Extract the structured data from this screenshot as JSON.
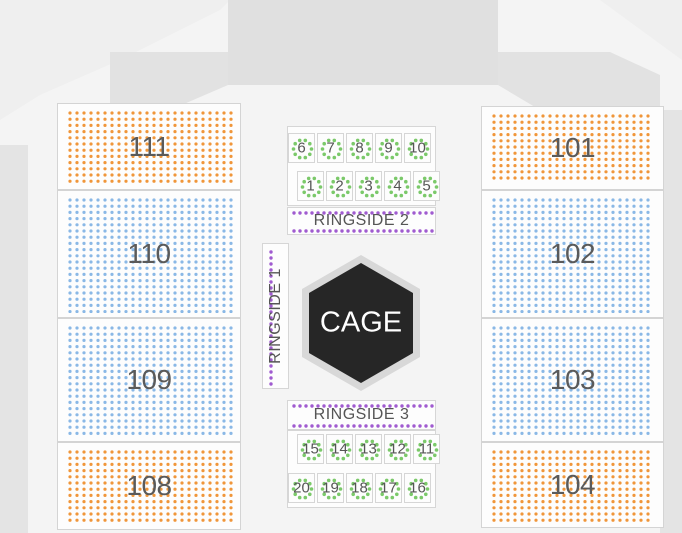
{
  "venue": {
    "stage_label": "CAGE",
    "colors": {
      "orange": "#f0963a",
      "blue": "#8ab8e6",
      "purple": "#a05bd0",
      "green": "#7bc96a",
      "cage": "#262626",
      "cage_ring": "#d8d8d8"
    },
    "sections": [
      {
        "id": "101",
        "label": "101",
        "tier": "orange"
      },
      {
        "id": "102",
        "label": "102",
        "tier": "blue"
      },
      {
        "id": "103",
        "label": "103",
        "tier": "blue"
      },
      {
        "id": "104",
        "label": "104",
        "tier": "orange"
      },
      {
        "id": "108",
        "label": "108",
        "tier": "orange"
      },
      {
        "id": "109",
        "label": "109",
        "tier": "blue"
      },
      {
        "id": "110",
        "label": "110",
        "tier": "blue"
      },
      {
        "id": "111",
        "label": "111",
        "tier": "orange"
      }
    ],
    "ringside": [
      {
        "id": "r1",
        "label": "RINGSIDE 1"
      },
      {
        "id": "r2",
        "label": "RINGSIDE 2"
      },
      {
        "id": "r3",
        "label": "RINGSIDE 3"
      }
    ],
    "tables_top_row1": [
      "6",
      "7",
      "8",
      "9",
      "10"
    ],
    "tables_top_row2": [
      "1",
      "2",
      "3",
      "4",
      "5"
    ],
    "tables_bottom_row1": [
      "15",
      "14",
      "13",
      "12",
      "11"
    ],
    "tables_bottom_row2": [
      "20",
      "19",
      "18",
      "17",
      "16"
    ]
  }
}
